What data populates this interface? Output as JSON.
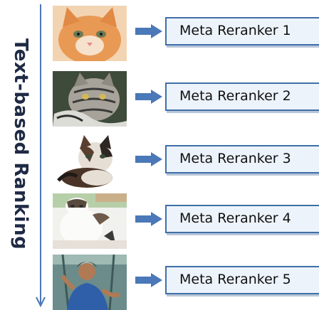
{
  "axis": {
    "label": "Text-based Ranking",
    "arrow_color": "#4a78b8",
    "arrow_icon": "down-arrow-icon"
  },
  "accent_color": "#3f6fa8",
  "rows": [
    {
      "image": "orange-kitten-photo",
      "reranker_label": "Meta Reranker 1"
    },
    {
      "image": "tabby-cat-photo",
      "reranker_label": "Meta Reranker 2"
    },
    {
      "image": "calico-kitten-photo",
      "reranker_label": "Meta Reranker 3"
    },
    {
      "image": "cat-sitting-outdoors-photo",
      "reranker_label": "Meta Reranker 4"
    },
    {
      "image": "person-in-blue-photo",
      "reranker_label": "Meta Reranker 5"
    }
  ]
}
